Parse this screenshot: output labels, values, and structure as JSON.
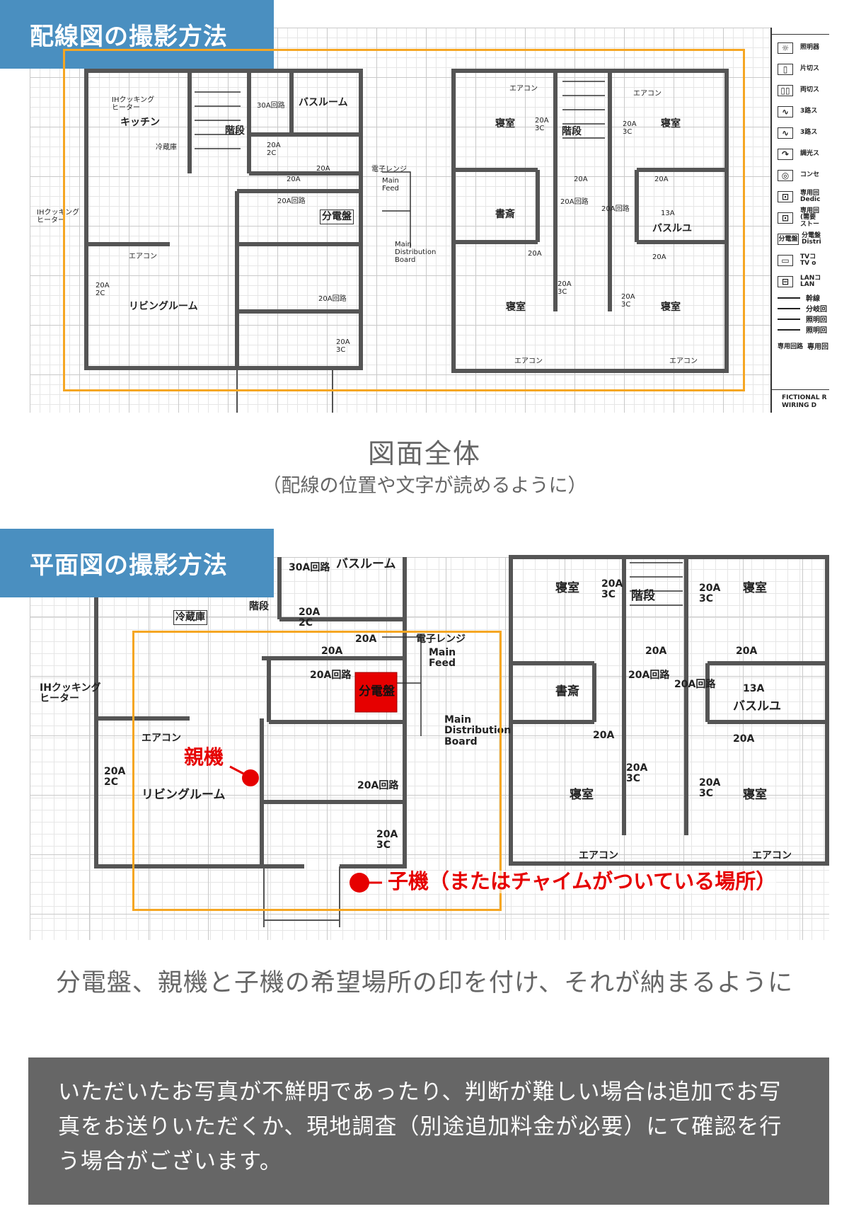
{
  "section1": {
    "title": "配線図の撮影方法",
    "caption": "図面全体",
    "subcaption": "（配線の位置や文字が読めるように）"
  },
  "section2": {
    "title": "平面図の撮影方法",
    "caption": "分電盤、親機と子機の希望場所の印を付け、それが納まるように",
    "parent_unit": "親機",
    "child_unit": "子機（またはチャイムがついている場所）"
  },
  "note": "いただいたお写真が不鮮明であったり、判断が難しい場合は追加でお写真をお送りいただくか、現地調査（別途追加料金が必要）にて確認を行う場合がございます。",
  "colors": {
    "badge": "#4a8fc0",
    "highlight": "#f5a623",
    "marker": "#e60000",
    "note_bg": "#666666"
  },
  "plan1": {
    "left": {
      "ih_inside": "IHクッキング\nヒーター",
      "kitchen": "キッチン",
      "fridge": "冷蔵庫",
      "stairs": "階段",
      "c30": "30A回路",
      "bath": "バスルーム",
      "a20_2c": "20A\n2C",
      "a20a": "20A",
      "a20b": "20A",
      "microwave": "電子レンジ",
      "main_feed": "Main\nFeed",
      "c20a": "20A回路",
      "panel": "分電盤",
      "mdb": "Main\nDistribution\nBoard",
      "ih_outside": "IHクッキング\nヒーター",
      "aircon": "エアコン",
      "a20_2c_b": "20A\n2C",
      "living": "リビングルーム",
      "c20b": "20A回路",
      "a20_3c": "20A\n3C"
    },
    "right": {
      "ac1": "エアコン",
      "ac2": "エアコン",
      "bed1": "寝室",
      "a3c1": "20A\n3C",
      "stairs": "階段",
      "a3c2": "20A\n3C",
      "bed2": "寝室",
      "a20a": "20A",
      "c20a": "20A回路",
      "c20b": "20A回路",
      "a20b": "20A",
      "study": "書斎",
      "a13": "13A",
      "bath": "バスルユ",
      "a20c": "20A",
      "a20d": "20A",
      "a3c3": "20A\n3C",
      "a3c4": "20A\n3C",
      "bed3": "寝室",
      "bed4": "寝室",
      "ac3": "エアコン",
      "ac4": "エアコン"
    }
  },
  "legend": {
    "items": [
      "照明器",
      "片切ス",
      "両切ス",
      "3路ス",
      "3路ス",
      "調光ス",
      "コンセ",
      "専用回\nDedic",
      "専用回\n(需要\nストー",
      "分電盤\nDistri",
      "TVコ\nTV o",
      "LANコ\nLAN"
    ],
    "icons": [
      "light-icon",
      "single-switch-icon",
      "double-switch-icon",
      "three-way-switch-icon",
      "three-way-switch-icon",
      "dimmer-icon",
      "outlet-icon",
      "dedicated-outlet-icon",
      "dedicated-outlet-icon",
      "panel-icon",
      "tv-icon",
      "lan-icon"
    ],
    "panel_icon_text": "分電盤",
    "lines": [
      "幹線",
      "分岐回",
      "照明回",
      "照明回"
    ],
    "dedicated_label": "専用回路",
    "dedicated_text": "専用回",
    "footer": "FICTIONAL R\nWIRING D"
  },
  "plan2": {
    "left": {
      "c30": "30A回路",
      "bath": "バスルーム",
      "stairs": "階段",
      "fridge": "冷蔵庫",
      "a20_2c": "20A\n2C",
      "a20a": "20A",
      "a20b": "20A",
      "microwave": "電子レンジ",
      "main_feed": "Main\nFeed",
      "c20a": "20A回路",
      "panel": "分電盤",
      "ih": "IHクッキング\nヒーター",
      "mdb": "Main\nDistribution\nBoard",
      "aircon": "エアコン",
      "a20_2c_b": "20A\n2C",
      "living": "リビングルーム",
      "c20b": "20A回路",
      "a20_3c": "20A\n3C"
    },
    "right": {
      "bed1": "寝室",
      "a3c1": "20A\n3C",
      "stairs": "階段",
      "a3c2": "20A\n3C",
      "bed2": "寝室",
      "a20a": "20A",
      "a20b": "20A",
      "c20a": "20A回路",
      "c20b": "20A回路",
      "study": "書斎",
      "a13": "13A",
      "bath": "バスルユ",
      "a20c": "20A",
      "a20d": "20A",
      "a3c3": "20A\n3C",
      "a3c4": "20A\n3C",
      "bed3": "寝室",
      "bed4": "寝室",
      "ac1": "エアコン",
      "ac2": "エアコン"
    }
  }
}
